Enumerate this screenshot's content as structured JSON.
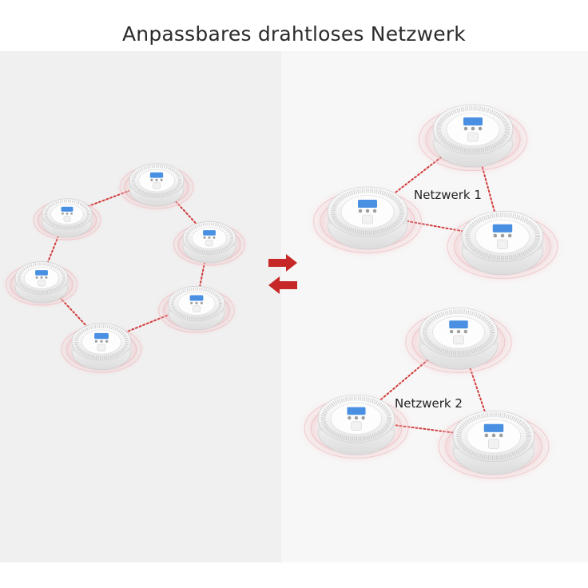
{
  "title": "Anpassbares drahtloses Netzwerk",
  "network_labels": [
    "Netzwerk 1",
    "Netzwerk 2"
  ],
  "colors": {
    "accent": "#c62828",
    "link": "#d23b3b",
    "ring": "#e9a3a8",
    "device_body": "#fafafa",
    "display": "#4a90e2"
  },
  "left_group": {
    "detector_count": 6
  },
  "right_group": {
    "networks": [
      {
        "label": "Netzwerk 1",
        "detector_count": 3
      },
      {
        "label": "Netzwerk 2",
        "detector_count": 3
      }
    ]
  },
  "swap_icon": "bidirectional-arrows-icon"
}
